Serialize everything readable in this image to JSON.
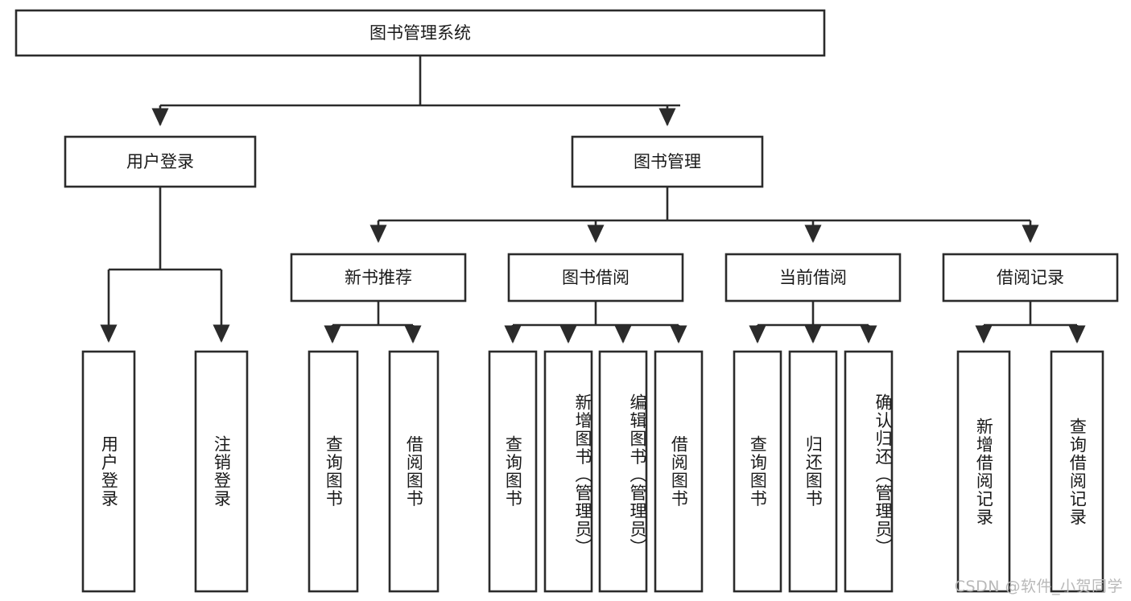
{
  "diagram": {
    "title": "图书管理系统",
    "type": "tree-hierarchy",
    "root": {
      "id": "root",
      "label": "图书管理系统"
    },
    "level2": [
      {
        "id": "user-login",
        "label": "用户登录"
      },
      {
        "id": "book-manage",
        "label": "图书管理"
      }
    ],
    "level3": [
      {
        "id": "new-book-rec",
        "label": "新书推荐",
        "parent": "book-manage"
      },
      {
        "id": "book-borrow",
        "label": "图书借阅",
        "parent": "book-manage"
      },
      {
        "id": "current-borrow",
        "label": "当前借阅",
        "parent": "book-manage"
      },
      {
        "id": "borrow-record",
        "label": "借阅记录",
        "parent": "book-manage"
      }
    ],
    "leaves": {
      "user-login": [
        {
          "id": "leaf-user-login",
          "label": "用户登录"
        },
        {
          "id": "leaf-logout",
          "label": "注销登录"
        }
      ],
      "new-book-rec": [
        {
          "id": "leaf-query-book-1",
          "label": "查询图书"
        },
        {
          "id": "leaf-borrow-book-1",
          "label": "借阅图书"
        }
      ],
      "book-borrow": [
        {
          "id": "leaf-query-book-2",
          "label": "查询图书"
        },
        {
          "id": "leaf-add-book",
          "label": "新增图书（管理员）"
        },
        {
          "id": "leaf-edit-book",
          "label": "编辑图书（管理员）"
        },
        {
          "id": "leaf-borrow-book-2",
          "label": "借阅图书"
        }
      ],
      "current-borrow": [
        {
          "id": "leaf-query-book-3",
          "label": "查询图书"
        },
        {
          "id": "leaf-return-book",
          "label": "归还图书"
        },
        {
          "id": "leaf-confirm-return",
          "label": "确认归还（管理员）"
        }
      ],
      "borrow-record": [
        {
          "id": "leaf-add-record",
          "label": "新增借阅记录"
        },
        {
          "id": "leaf-query-record",
          "label": "查询借阅记录"
        }
      ]
    }
  },
  "watermark": {
    "text": "CSDN @软件_小贺同学"
  },
  "colors": {
    "stroke": "#2b2b2b",
    "fill": "#ffffff",
    "text": "#1a1a1a",
    "watermark": "#b9b9b9"
  }
}
